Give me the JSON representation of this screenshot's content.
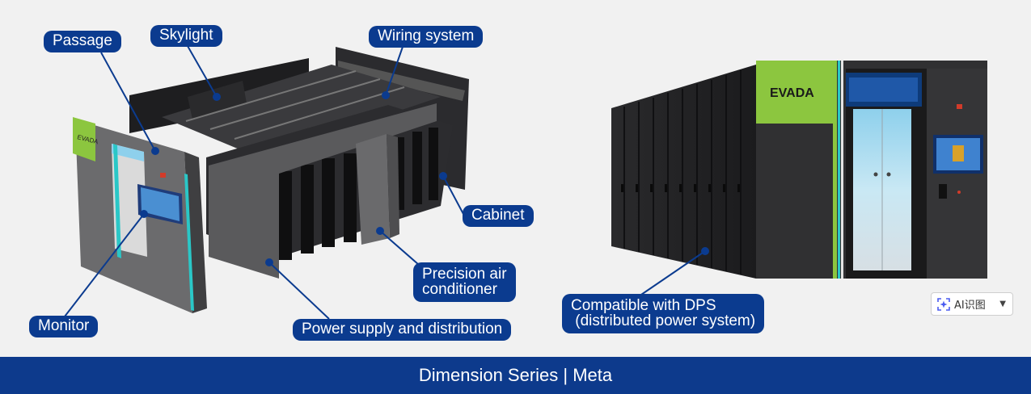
{
  "labels": {
    "passage": "Passage",
    "skylight": "Skylight",
    "wiring": "Wiring system",
    "cabinet": "Cabinet",
    "precision_ac": "Precision air\nconditioner",
    "monitor": "Monitor",
    "power": "Power supply and distribution",
    "dps": "Compatible with DPS\n (distributed power system)"
  },
  "brand": {
    "logo_text": "EVADA"
  },
  "ai_button": {
    "label": "AI识图"
  },
  "footer": {
    "title": "Dimension Series | Meta"
  },
  "colors": {
    "label_bg": "#0b3b8f",
    "footer_bg": "#0d3a8c",
    "brand_green": "#8cc63f"
  }
}
